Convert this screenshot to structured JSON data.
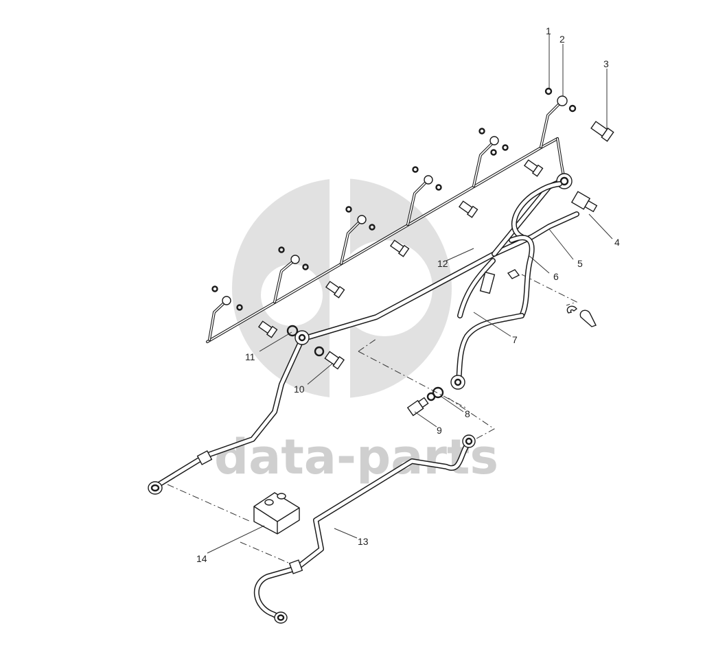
{
  "watermark": {
    "brand_text": "data-parts",
    "color": "#cfcfcf"
  },
  "callouts": {
    "c1": "1",
    "c2": "2",
    "c3": "3",
    "c4": "4",
    "c5": "5",
    "c6": "6",
    "c7": "7",
    "c8": "8",
    "c9": "9",
    "c10": "10",
    "c11": "11",
    "c12": "12",
    "c13": "13",
    "c14": "14"
  }
}
